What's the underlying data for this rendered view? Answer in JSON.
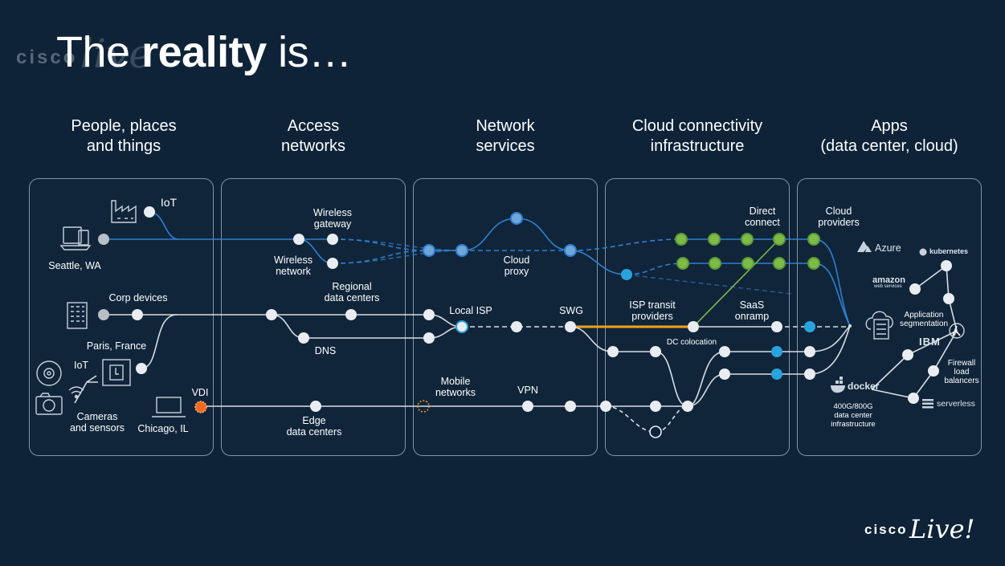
{
  "slide": {
    "title_prefix": "The ",
    "title_bold": "reality",
    "title_suffix": " is…",
    "watermark_logo": "cisco",
    "watermark_script": "live",
    "footer_logo": "cisco",
    "footer_script": "Live!"
  },
  "columns": [
    {
      "header": "People, places\nand things"
    },
    {
      "header": "Access\nnetworks"
    },
    {
      "header": "Network\nservices"
    },
    {
      "header": "Cloud connectivity\ninfrastructure"
    },
    {
      "header": "Apps\n(data center, cloud)"
    }
  ],
  "labels": {
    "iot_top": "IoT",
    "seattle": "Seattle, WA",
    "corp_devices": "Corp devices",
    "paris": "Paris, France",
    "iot_bottom": "IoT",
    "cameras": "Cameras\nand sensors",
    "chicago": "Chicago, IL",
    "vdi": "VDI",
    "wireless_gateway": "Wireless\ngateway",
    "wireless_network": "Wireless\nnetwork",
    "regional_dc": "Regional\ndata centers",
    "dns": "DNS",
    "edge_dc": "Edge\ndata centers",
    "cloud_proxy": "Cloud\nproxy",
    "local_isp": "Local ISP",
    "swg": "SWG",
    "mobile_networks": "Mobile\nnetworks",
    "vpn": "VPN",
    "direct_connect": "Direct\nconnect",
    "isp_transit": "ISP transit\nproviders",
    "saas_onramp": "SaaS\nonramp",
    "dc_colocation": "DC colocation",
    "cloud_providers": "Cloud\nproviders",
    "application_segmentation": "Application\nsegmentation",
    "firewall_lb": "Firewall\nload\nbalancers",
    "dc_infra": "400G/800G\ndata center\ninfrastructure"
  },
  "brands": {
    "azure": "Azure",
    "kubernetes": "kubernetes",
    "amazon": "amazon",
    "amazon_sub": "web services",
    "ibm": "IBM",
    "docker": "docker",
    "serverless": "serverless"
  },
  "icons": {
    "factory": "factory-icon",
    "desktop": "desktop-devices-icon",
    "building": "office-building-icon",
    "iot_gear": "gear-cycle-icon",
    "wifi": "wifi-icon",
    "camera": "camera-icon",
    "badge_reader": "badge-reader-icon",
    "laptop": "laptop-icon",
    "cloud_server": "cloud-server-icon",
    "lambda": "lambda-icon"
  },
  "colors": {
    "background": "#0e2338",
    "panel_border": "#8393a3",
    "blue_path": "#2f7fd0",
    "white_path": "#d9dde2",
    "orange_path": "#f5a21c",
    "green_node": "#7dbb49",
    "cyan_node": "#29a3dd",
    "orange_node": "#f26a21"
  }
}
